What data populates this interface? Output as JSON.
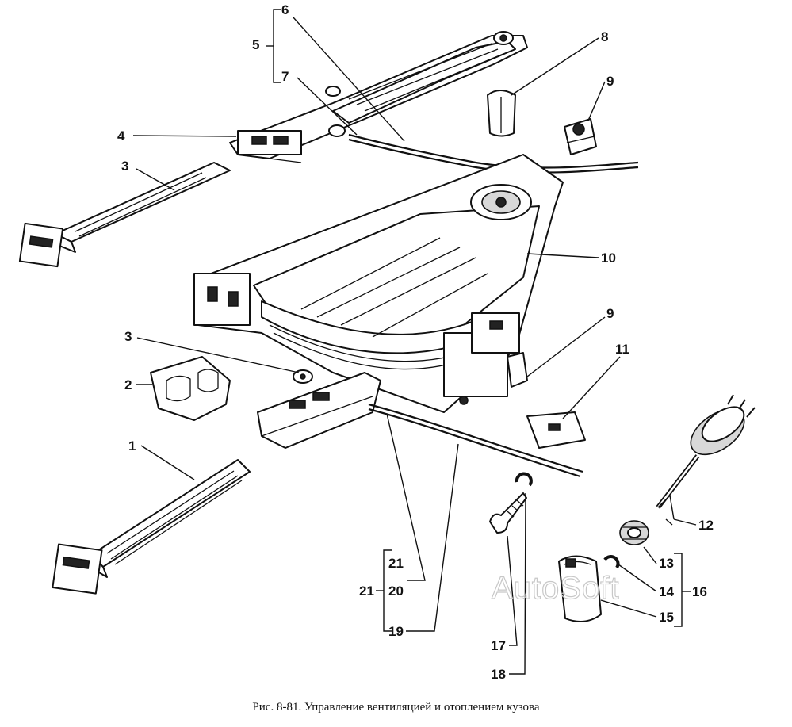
{
  "caption": "Рис. 8-81. Управление вентиляцией и отоплением кузова",
  "watermark": "AutoSoft",
  "labels": {
    "l1": "1",
    "l2": "2",
    "l3a": "3",
    "l3b": "3",
    "l4": "4",
    "l5": "5",
    "l6": "6",
    "l7": "7",
    "l8": "8",
    "l9a": "9",
    "l9b": "9",
    "l10": "10",
    "l11": "11",
    "l12": "12",
    "l13": "13",
    "l14": "14",
    "l15": "15",
    "l16": "16",
    "l17": "17",
    "l18": "18",
    "l19": "19",
    "l20": "20",
    "l21a": "21",
    "l21b": "21"
  }
}
